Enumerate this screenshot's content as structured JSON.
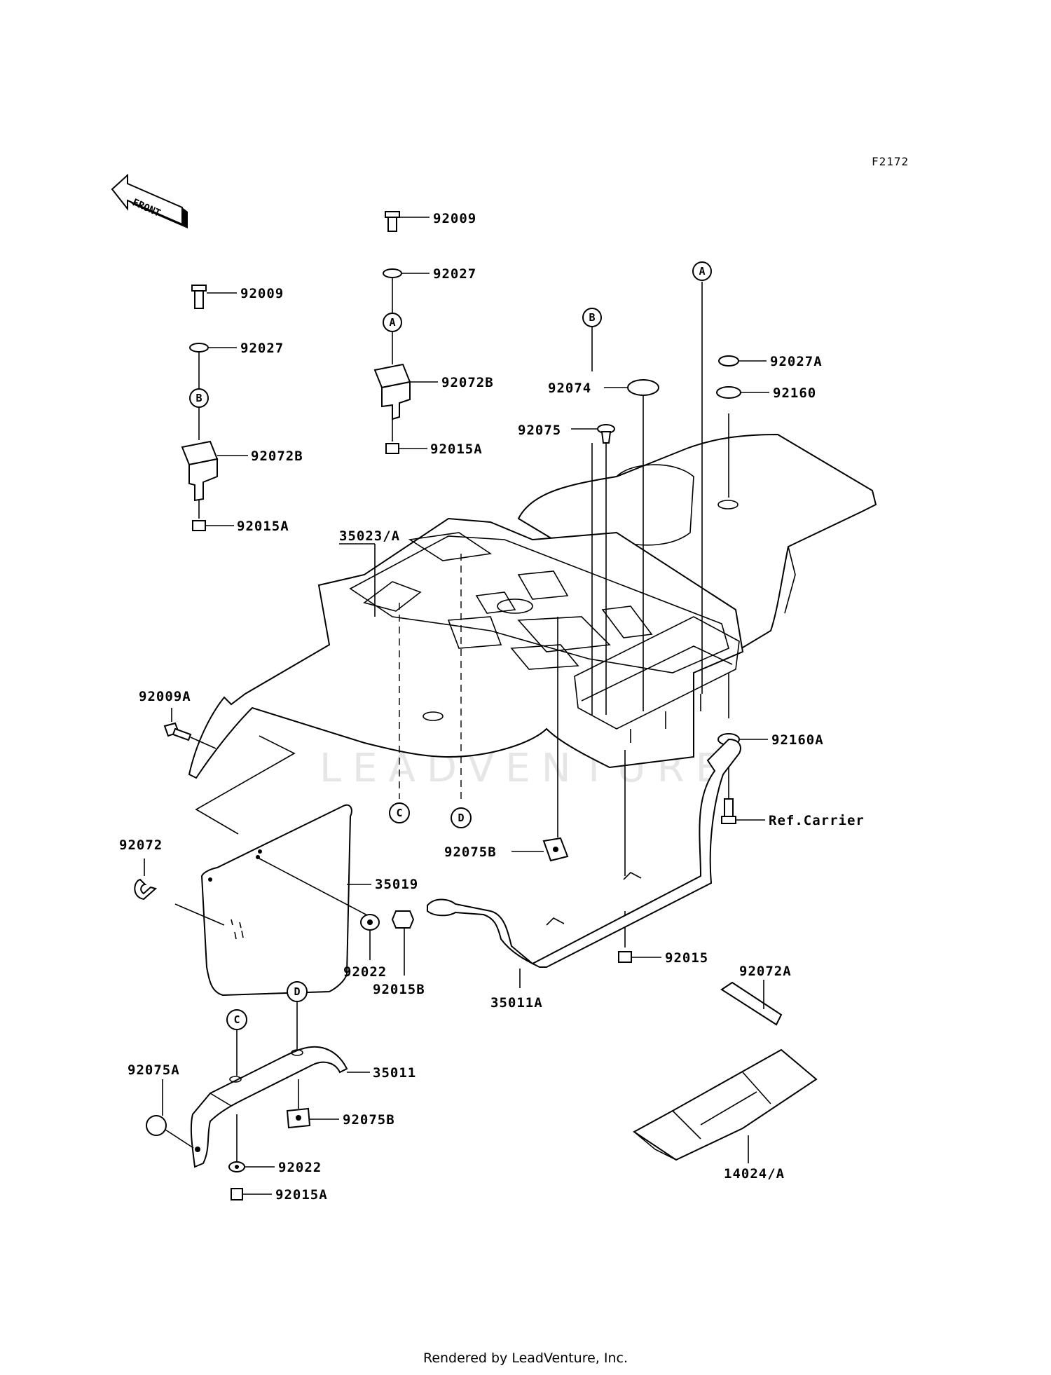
{
  "figure_code": "F2172",
  "front_arrow": "FRONT",
  "watermark": "LEADVENTURE",
  "footer": "Rendered by LeadVenture, Inc.",
  "callouts": {
    "a": "A",
    "b": "B",
    "c": "C",
    "d": "D"
  },
  "parts": {
    "p92009_top": "92009",
    "p92027_top": "92027",
    "p92072B_top": "92072B",
    "p92015A_top": "92015A",
    "p92009_left": "92009",
    "p92027_left": "92027",
    "p92072B_left": "92072B",
    "p92015A_left": "92015A",
    "p92074": "92074",
    "p92075": "92075",
    "p92027A": "92027A",
    "p92160": "92160",
    "p35023A": "35023/A",
    "p92009A": "92009A",
    "p92160A": "92160A",
    "p_ref_carrier": "Ref.Carrier",
    "p92075B_mid": "92075B",
    "p92072": "92072",
    "p35019": "35019",
    "p92022_mid": "92022",
    "p92015B": "92015B",
    "p35011A": "35011A",
    "p92015": "92015",
    "p92072A": "92072A",
    "p92075A": "92075A",
    "p35011": "35011",
    "p92075B_low": "92075B",
    "p92022_low": "92022",
    "p92015A_low": "92015A",
    "p14024A": "14024/A"
  }
}
